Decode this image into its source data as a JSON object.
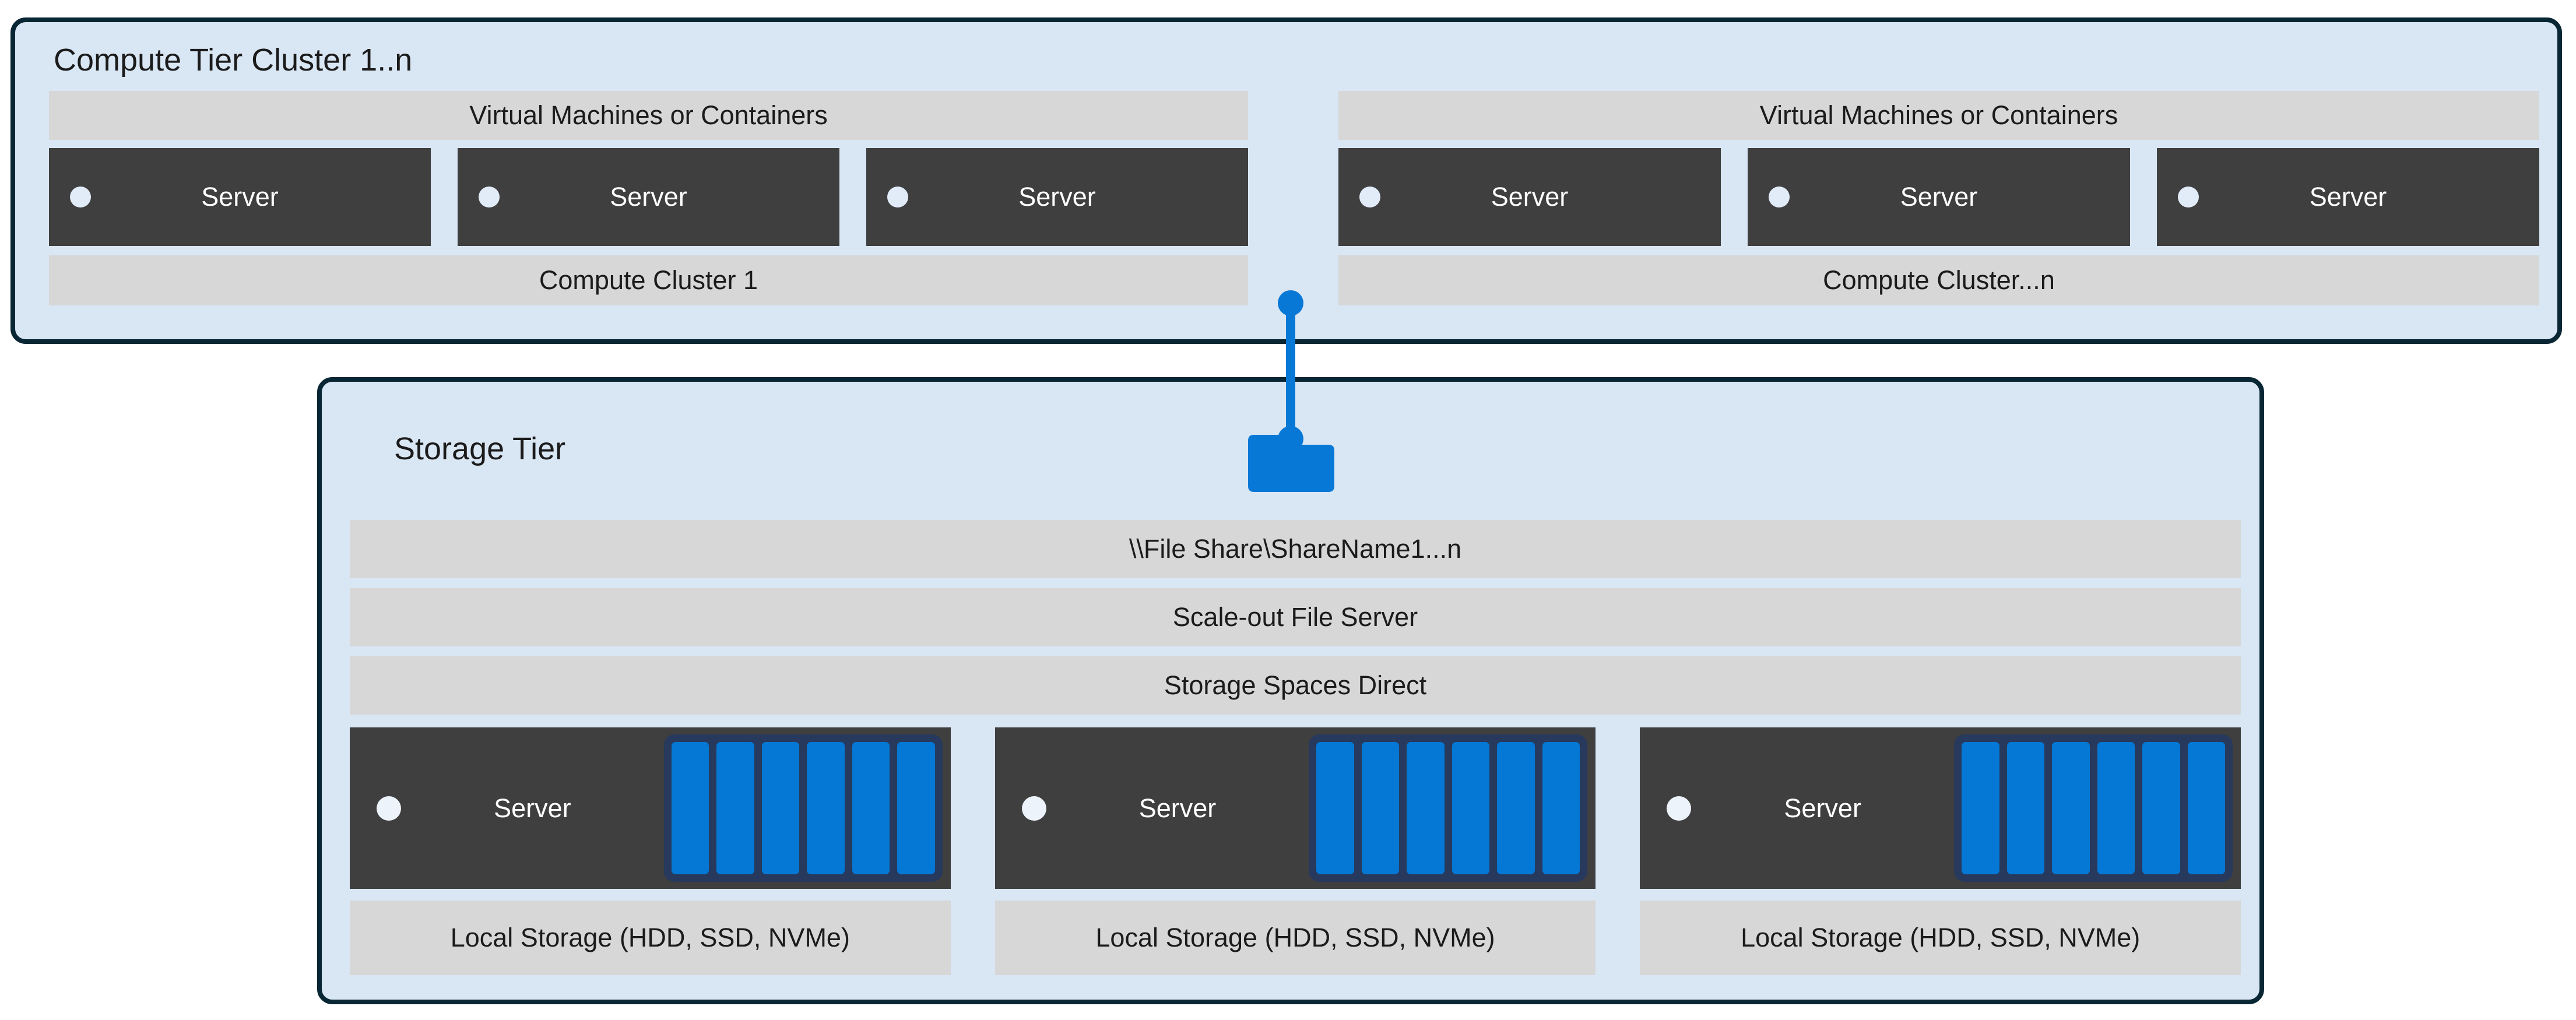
{
  "colors": {
    "page_background": "#ffffff",
    "tier_fill": "#D9E6F4",
    "tier_border": "#082633",
    "gray_bar": "#D7D7D7",
    "server_box": "#3F3F3F",
    "accent_blue": "#0878D6",
    "disk_blue": "#0478D4",
    "disk_shelf_navy": "#27395C",
    "text_dark": "#1b1b1b",
    "text_light": "#ffffff"
  },
  "compute_tier": {
    "title": "Compute Tier Cluster 1..n",
    "clusters": [
      {
        "header": "Virtual Machines or Containers",
        "servers": [
          "Server",
          "Server",
          "Server"
        ],
        "footer": "Compute Cluster 1"
      },
      {
        "header": "Virtual Machines or Containers",
        "servers": [
          "Server",
          "Server",
          "Server"
        ],
        "footer": "Compute Cluster...n"
      }
    ]
  },
  "connector": {
    "icon": "folder-icon"
  },
  "storage_tier": {
    "title": "Storage Tier",
    "layers": [
      "\\\\File Share\\ShareName1...n",
      "Scale-out File Server",
      "Storage Spaces Direct"
    ],
    "servers": [
      {
        "label": "Server",
        "disk_count": 6,
        "storage_label": "Local Storage (HDD, SSD, NVMe)"
      },
      {
        "label": "Server",
        "disk_count": 6,
        "storage_label": "Local Storage (HDD, SSD, NVMe)"
      },
      {
        "label": "Server",
        "disk_count": 6,
        "storage_label": "Local Storage (HDD, SSD, NVMe)"
      }
    ]
  }
}
